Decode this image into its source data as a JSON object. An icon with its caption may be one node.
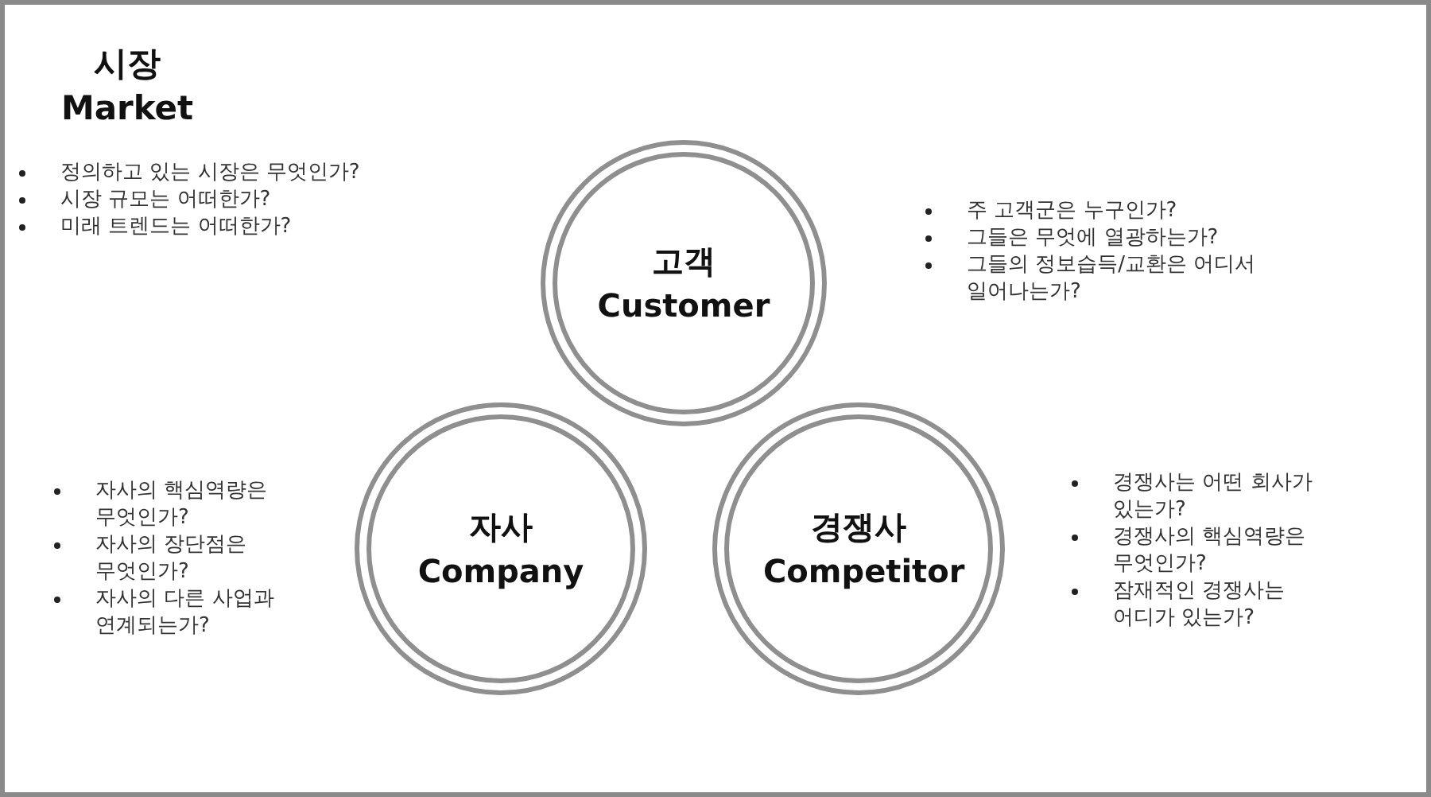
{
  "diagram": {
    "title": "시장 Market",
    "nodes": [
      {
        "text": [
          "고객 Customer"
        ],
        "beside": [
          "주 고객군은 누구인가?",
          "그들은 무엇에 열광하는가?",
          "그들의 정보습득/교환은 어디서 일어나는가?"
        ]
      },
      {
        "text": [
          "자사 Company"
        ],
        "beside": [
          "자사의 핵심역량은 무엇인가?",
          "자사의 장단점은 무엇인가?",
          "자사의 다른 사업과 연계되는가?"
        ]
      },
      {
        "text": [
          "경쟁사 Competitor"
        ],
        "beside": [
          "경쟁사는 어떤 회사가 있는가?",
          "경쟁사의 핵심역량은 무엇인가?",
          "잠재적인 경쟁사는 어디가 있는가?"
        ]
      }
    ],
    "edges": [],
    "labels": [
      "정의하고 있는 시장은 무엇인가?",
      "시장 규모는 어떠한가?",
      "미래 트렌드는 어떠한가?"
    ]
  }
}
